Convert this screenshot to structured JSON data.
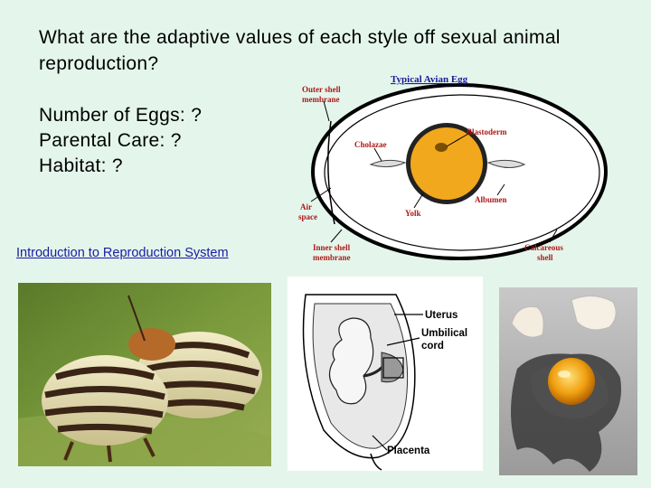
{
  "slide": {
    "question": "What are the adaptive values of each style off sexual animal reproduction?",
    "criteria": [
      "Number of Eggs: ?",
      "Parental Care: ?",
      "Habitat: ?"
    ],
    "link_text": "Introduction to Reproduction System"
  },
  "egg_diagram": {
    "title": "Typical Avian Egg",
    "labels": {
      "outer_shell_1": "Outer shell",
      "outer_shell_2": "membrane",
      "blastoderm": "Blastoderm",
      "chalaza": "Cholazae",
      "air_space_1": "Air",
      "air_space_2": "space",
      "yolk": "Yolk",
      "albumen": "Albumen",
      "inner_shell_1": "Inner shell",
      "inner_shell_2": "membrane",
      "calcareous_1": "Calcareous",
      "calcareous_2": "shell"
    }
  },
  "uterus_diagram": {
    "labels": {
      "uterus": "Uterus",
      "umbilical_1": "Umbilical",
      "umbilical_2": "cord",
      "placenta": "Placenta"
    }
  },
  "colors": {
    "background": "#e4f6ec",
    "link": "#1a1aa6",
    "label_red": "#b01818",
    "title_blue": "#1a1a9a",
    "yolk": "#f2a81c"
  }
}
